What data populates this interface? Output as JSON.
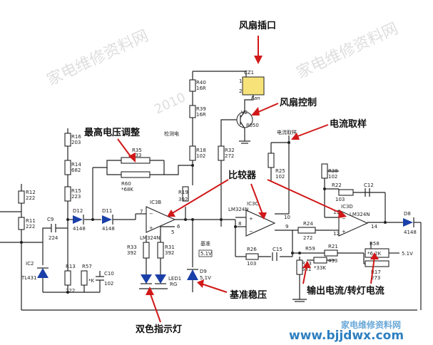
{
  "annotations": {
    "fan_socket": "风扇插口",
    "fan_control": "风扇控制",
    "current_sampling": "电流取样",
    "max_voltage_adjust": "最高电压调整",
    "comparator": "比较器",
    "reference_regulator": "基准稳压",
    "output_current_turn_light": "输出电流/转灯电流",
    "bicolor_indicator": "双色指示灯"
  },
  "watermark": {
    "site": "www.bjjdwx.com",
    "url": "www.bjjdwx.com",
    "brand": "家电维修资料网"
  },
  "components": {
    "cz1": "CZ1",
    "fan": "Fan",
    "pin1": "1",
    "pin2": "2",
    "r40": "R40",
    "r40v": "16R",
    "r39": "R39",
    "r39v": "16R",
    "r18": "R18",
    "r18v": "102",
    "r32": "R32",
    "r32v": "272",
    "v2": "V2",
    "v2v": "8050",
    "sense": "检测电",
    "r16": "R16",
    "r16v": "203",
    "r14": "R14",
    "r14v": "682",
    "r15": "R15",
    "r15v": "223",
    "r35": "R35",
    "r35v": "433",
    "r60": "R60",
    "r60v": "*68K",
    "r12": "R12",
    "r12v": "222",
    "r11": "R11",
    "r11v": "222",
    "d12": "D12",
    "d12v": "4148",
    "d11": "D11",
    "d11v": "4148",
    "ic3b": "IC3B",
    "ic3bn": "LM324N",
    "r19": "R19",
    "r19v": "392",
    "c9": "C9",
    "c9v": "224",
    "ic2": "IC2",
    "ic2v": "TL431",
    "r13": "R13",
    "r13v": "222",
    "r57": "R57",
    "r57v": "*K",
    "c10": "C10",
    "c10v": "102",
    "r33": "R33",
    "r33v": "392",
    "r31": "R31",
    "r31v": "392",
    "led1": "LED1",
    "led1v": "RG",
    "d9": "D9",
    "d9v": "5.1V",
    "ref": "基准",
    "v51": "5.1V",
    "current_sample_pt": "电流取样",
    "r25": "R25",
    "r25v": "102",
    "ic3c": "IC3C",
    "ic3cn": "LM324N",
    "r26": "R26",
    "r26v": "103",
    "c15": "C15",
    "r24": "R24",
    "r24v": "272",
    "r23": "R23",
    "r23v": "681",
    "r59": "R59",
    "r59v": "*33K",
    "r21": "R21",
    "r21v": "433",
    "r38": "R38",
    "r38v": "102",
    "r22": "R22",
    "r22v": "103",
    "c12": "C12",
    "ic3d": "IC3D",
    "ic3dn": "LM324N",
    "d8": "D8",
    "d8v": "4148",
    "r58": "R58",
    "r58v": "*6.2K",
    "r17": "R17",
    "r17v": "273",
    "v51b": "5.1V",
    "p7": "7",
    "p6": "6",
    "p5": "5",
    "p8": "8",
    "p9": "9",
    "p10": "10",
    "p12": "12",
    "p13": "13",
    "p14": "14"
  }
}
